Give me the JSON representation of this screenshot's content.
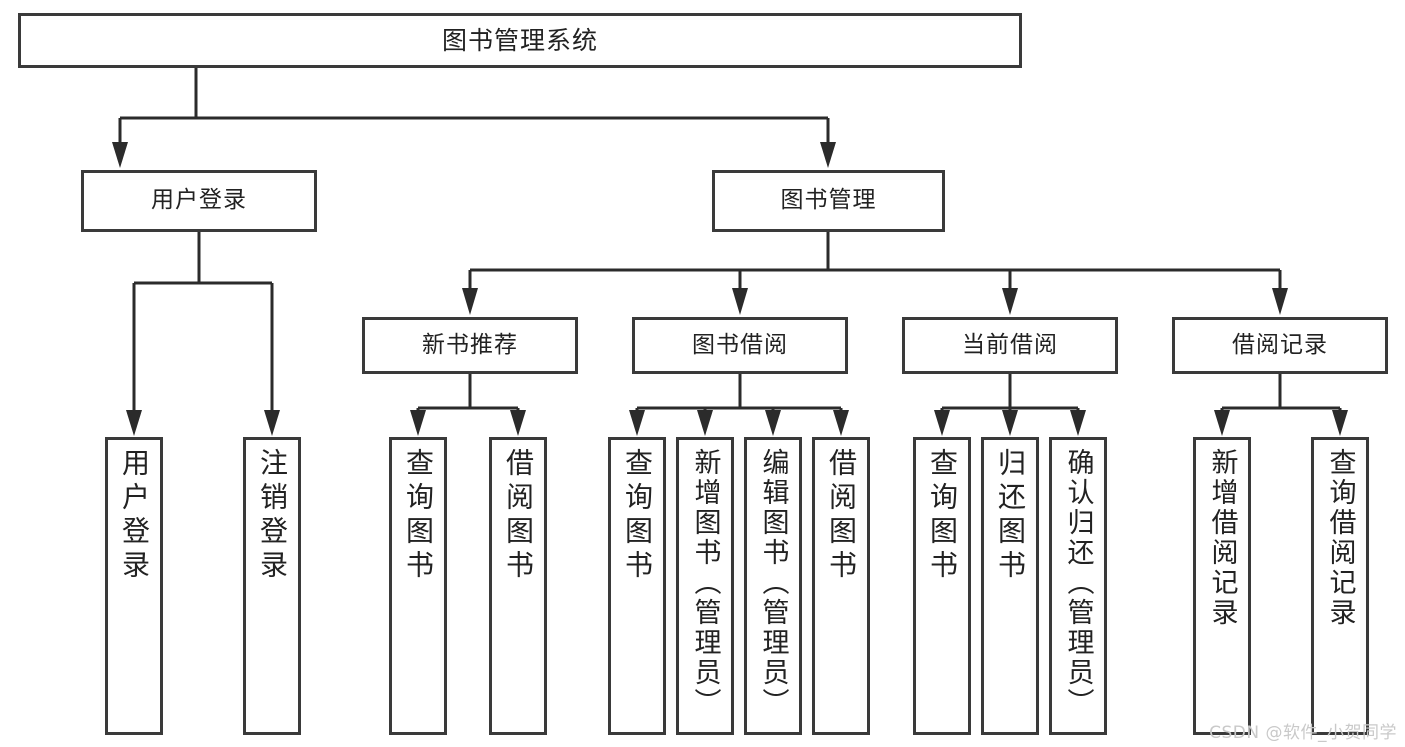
{
  "diagram": {
    "title": "图书管理系统",
    "type": "tree-hierarchy",
    "colors": {
      "box_border": "#3a3a3a",
      "connector": "#2b2b2b",
      "background": "#ffffff",
      "text": "#222222",
      "watermark": "#c9c9c9"
    },
    "root": {
      "label": "图书管理系统"
    },
    "level2": [
      {
        "label": "用户登录"
      },
      {
        "label": "图书管理"
      }
    ],
    "level3": [
      {
        "label": "新书推荐"
      },
      {
        "label": "图书借阅"
      },
      {
        "label": "当前借阅"
      },
      {
        "label": "借阅记录"
      }
    ],
    "leaves": {
      "user_login": [
        {
          "label": "用户登录"
        },
        {
          "label": "注销登录"
        }
      ],
      "new_book_recommend": [
        {
          "label": "查询图书"
        },
        {
          "label": "借阅图书"
        }
      ],
      "book_borrow": [
        {
          "label": "查询图书"
        },
        {
          "label": "新增图书（管理员）"
        },
        {
          "label": "编辑图书（管理员）"
        },
        {
          "label": "借阅图书"
        }
      ],
      "current_borrow": [
        {
          "label": "查询图书"
        },
        {
          "label": "归还图书"
        },
        {
          "label": "确认归还（管理员）"
        }
      ],
      "borrow_record": [
        {
          "label": "新增借阅记录"
        },
        {
          "label": "查询借阅记录"
        }
      ]
    }
  },
  "watermark": {
    "text": "CSDN @软件_小贺同学"
  }
}
